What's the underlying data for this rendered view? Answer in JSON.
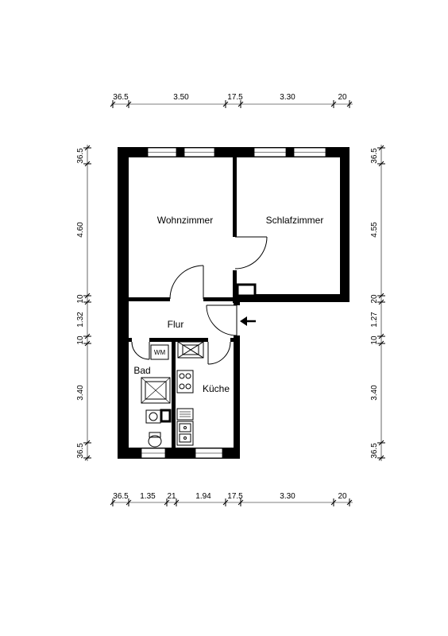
{
  "rooms": {
    "wohnzimmer": "Wohnzimmer",
    "schlafzimmer": "Schlafzimmer",
    "flur": "Flur",
    "bad": "Bad",
    "kueche": "Küche",
    "wm": "WM"
  },
  "dimensions": {
    "top": [
      "36.5",
      "3.50",
      "17.5",
      "3.30",
      "20"
    ],
    "bottom": [
      "36.5",
      "1.35",
      "21",
      "1.94",
      "17.5",
      "3.30",
      "20"
    ],
    "left": [
      "36.5",
      "4.60",
      "10",
      "1.32",
      "10",
      "3.40",
      "36.5"
    ],
    "right": [
      "36.5",
      "4.55",
      "20",
      "1.27",
      "10",
      "3.40",
      "36.5"
    ]
  }
}
